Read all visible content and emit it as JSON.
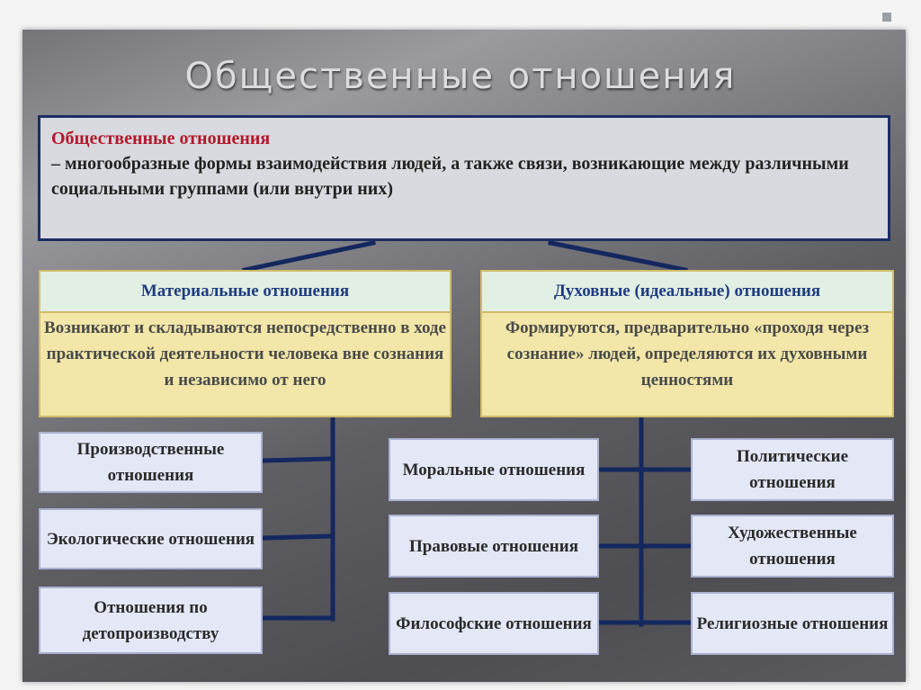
{
  "title": "Общественные отношения",
  "definition": {
    "term": "Общественные отношения",
    "text": "– многообразные формы взаимодействия людей, а также связи, возникающие между различными социальными группами (или внутри них)"
  },
  "material": {
    "label": "Материальные отношения",
    "description": "Возникают и складываются непосредственно в ходе практической деятельности человека вне сознания и независимо от него",
    "items": [
      "Производственные отношения",
      "Экологические отношения",
      "Отношения по детопроизводству"
    ]
  },
  "spiritual": {
    "label": "Духовные (идеальные) отношения",
    "description": "Формируются, предварительно «проходя через сознание» людей, определяются их духовными ценностями",
    "items_left": [
      "Моральные отношения",
      "Правовые отношения",
      "Философские отношения"
    ],
    "items_right": [
      "Политические отношения",
      "Художественные отношения",
      "Религиозные отношения"
    ]
  },
  "colors": {
    "connector": "#14275f",
    "term": "#b2182b",
    "heading_text": "#1f3c80"
  }
}
